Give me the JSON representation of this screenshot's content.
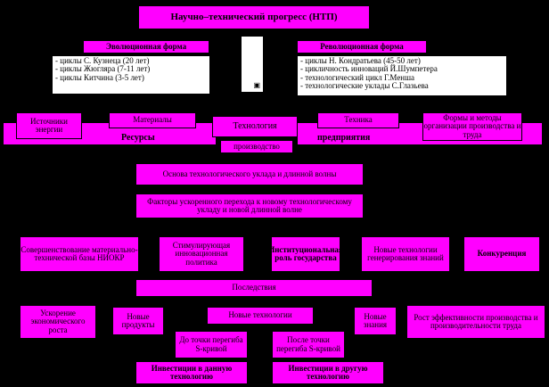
{
  "title": "Научно–технический прогресс (НТП)",
  "evolution": {
    "heading": "Эволюционная форма",
    "items": [
      "- циклы С. Кузнеца (20 лет)",
      "- циклы Жюгляра (7-11 лет)",
      "- циклы Китчина (3-5 лет)"
    ]
  },
  "revolution": {
    "heading": "Революционная форма",
    "items": [
      "- циклы Н. Кондратьева (45-50 лет)",
      "- цикличность инноваций Й.Шумпетера",
      "- технологический цикл Г.Менша",
      "- технологические уклады С.Глазьева"
    ]
  },
  "resources": {
    "energy": "Источники энергии",
    "materials": "Материалы",
    "label": "Ресурсы"
  },
  "technology": "Технология",
  "production": "производство",
  "enterprises": {
    "technique": "Техника",
    "management": "Формы и методы организации производства и труда",
    "label": "предприятия"
  },
  "basis": "Основа технологического уклада и длинной волны",
  "factors": "Факторы ускоренного перехода к новому технологическому укладу и новой длинной волне",
  "factor_boxes": [
    "Совершенствование материально-технической базы НИОКР",
    "Стимулирующая инновационная политика",
    "Институциональная роль государства",
    "Новые технологии генерирования знаний",
    "Конкуренция"
  ],
  "consequences": "Последствия",
  "results": {
    "growth": "Ускорение экономического роста",
    "products": "Новые продукты",
    "new_tech": "Новые технологии",
    "knowledge": "Новые знания",
    "efficiency": "Рост эффективности производства и производительности труда"
  },
  "before": "До точки перегиба S-кривой",
  "after": "После точки перегиба S-кривой",
  "invest_this": "Инвестиции в данную технологию",
  "invest_other": "Инвестиции в другую технологию",
  "center_icon": "▣"
}
